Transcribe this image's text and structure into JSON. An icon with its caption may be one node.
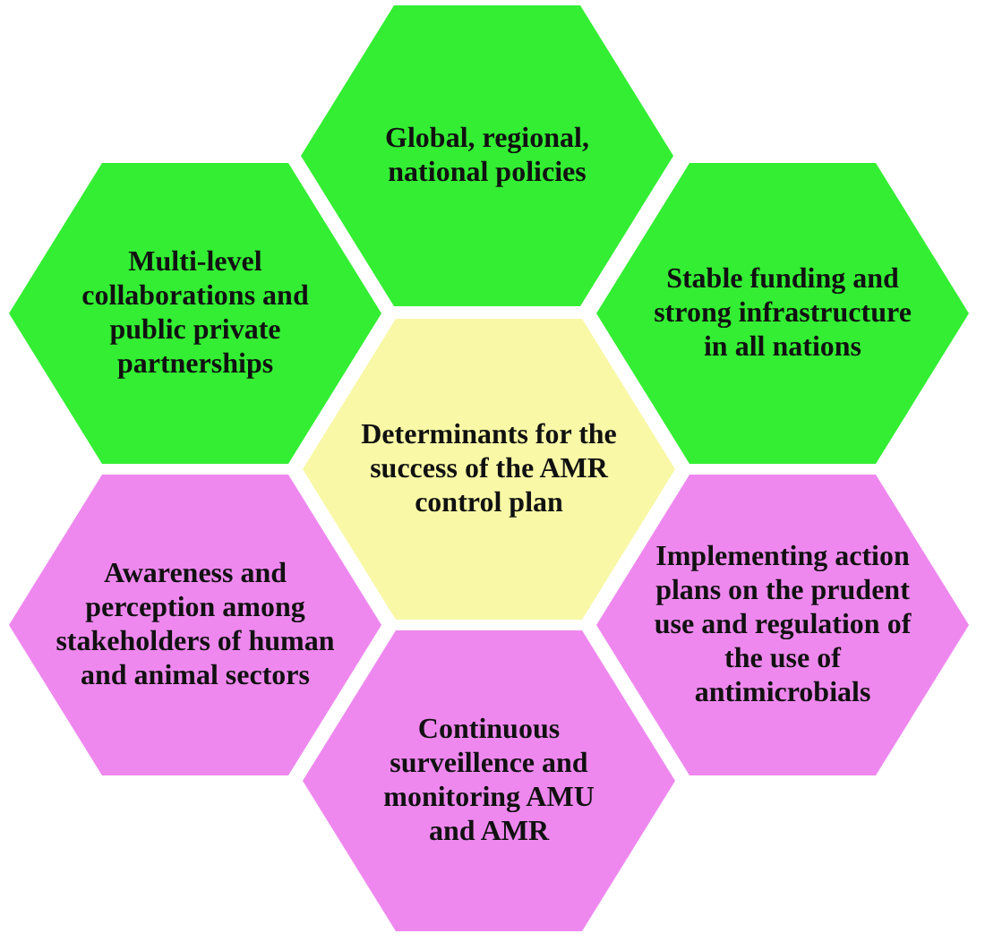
{
  "diagram": {
    "nodes": [
      {
        "text": [
          "Global, regional, national policies"
        ]
      },
      {
        "text": [
          "Multi-level collaborations and public private partnerships"
        ]
      },
      {
        "text": [
          "Stable funding and strong infrastructure in all nations"
        ]
      },
      {
        "text": [
          "Determinants for the success of the AMR control plan"
        ]
      },
      {
        "text": [
          "Awareness and perception among stakeholders of human and animal sectors"
        ]
      },
      {
        "text": [
          "Implementing action plans on the prudent use and regulation of the use of antimicrobials"
        ]
      },
      {
        "text": [
          "Continuous surveillence and monitoring AMU and AMR"
        ]
      }
    ]
  }
}
